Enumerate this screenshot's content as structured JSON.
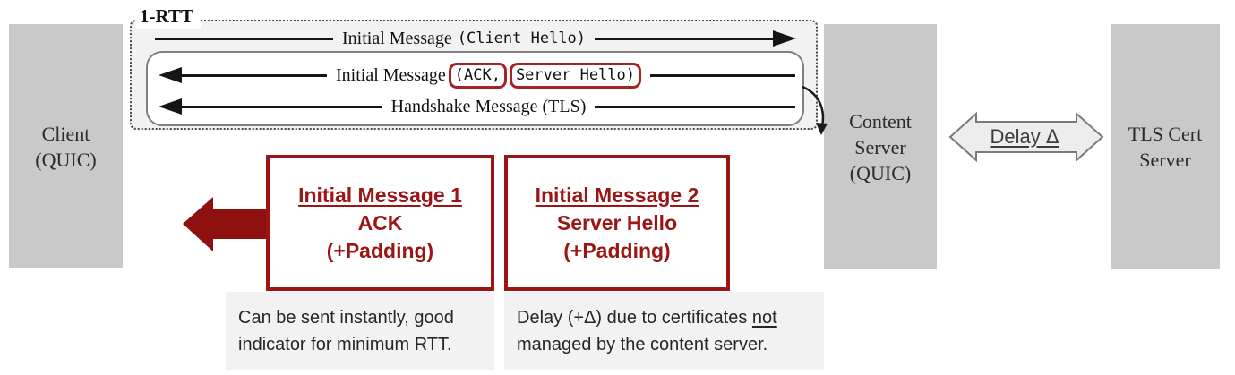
{
  "nodes": {
    "client": {
      "line1": "Client",
      "line2": "(QUIC)"
    },
    "content_server": {
      "line1": "Content",
      "line2": "Server",
      "line3": "(QUIC)"
    },
    "tls_cert_server": {
      "line1": "TLS Cert",
      "line2": "Server"
    }
  },
  "rtt": {
    "label": "1-RTT",
    "msg1": {
      "serif": "Initial Message",
      "mono": "(Client Hello)"
    },
    "msg2": {
      "serif": "Initial Message",
      "pill1": "(ACK,",
      "pill2": "Server Hello)"
    },
    "msg3": {
      "serif": "Handshake Message (TLS)"
    }
  },
  "delay": {
    "label": "Delay Δ"
  },
  "detail_boxes": {
    "box1": {
      "title": "Initial Message 1",
      "line2": "ACK",
      "line3": "(+Padding)"
    },
    "box2": {
      "title": "Initial Message 2",
      "line2": "Server Hello",
      "line3": "(+Padding)"
    }
  },
  "captions": {
    "cap1": {
      "line1": "Can be sent instantly, good",
      "line2": "indicator for minimum RTT."
    },
    "cap2": {
      "line1_pre": "Delay (+Δ) due to certificates ",
      "line1_underlined": "not",
      "line2": "managed by the content server."
    }
  },
  "colors": {
    "node_fill": "#c9c9c9",
    "group_fill": "#f2f2f2",
    "caption_fill": "#f2f2f2",
    "red_accent": "#9c1515",
    "pill_red": "#a82222",
    "arrow_maroon": "#8e1010",
    "line_black": "#151515",
    "delay_arrow_fill": "#ededed",
    "delay_arrow_outline": "#7a7a7a",
    "text_dark": "#262626"
  }
}
